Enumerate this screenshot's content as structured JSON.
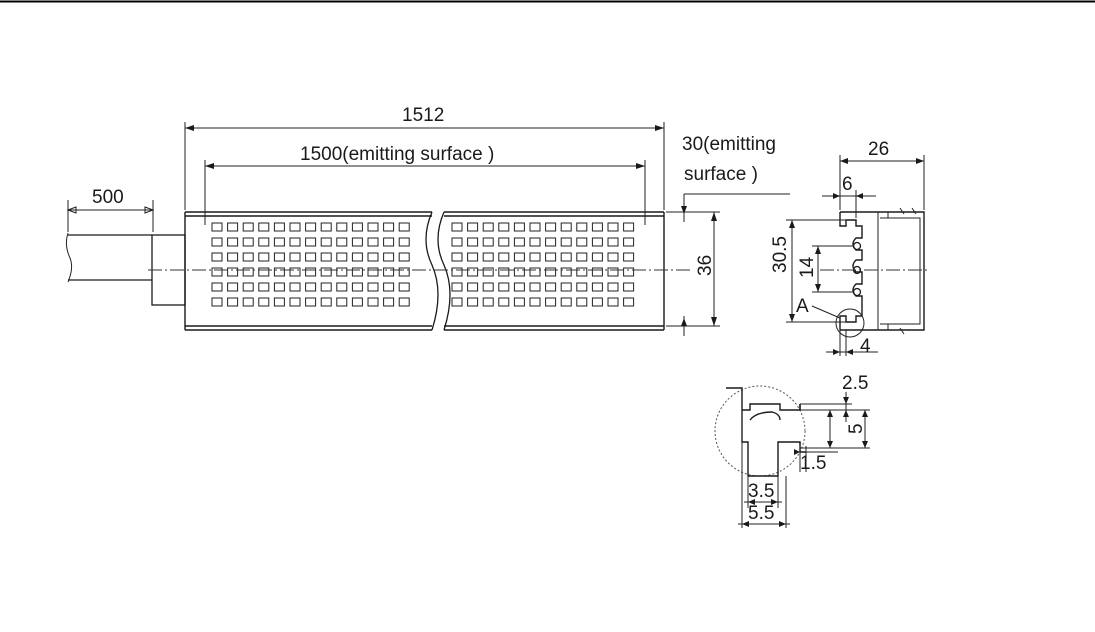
{
  "dims": {
    "overall_length": "1512",
    "emitting_length": "1500(emitting surface )",
    "cable_length": "500",
    "emitting_width_line1": "30(emitting",
    "emitting_width_line2": "surface )",
    "height": "36",
    "side_width": "26",
    "slot_offset": "6",
    "slot_height": "30.5",
    "slot_pitch": "14",
    "bottom_offset": "4",
    "detail_a_label": "A"
  },
  "detail_a": {
    "d_2_5": "2.5",
    "d_5": "5",
    "d_1_5": "1.5",
    "d_3_5": "3.5",
    "d_5_5": "5.5"
  },
  "colors": {
    "line": "#1a1a1a",
    "background": "#ffffff",
    "top_rule": "#000000"
  }
}
